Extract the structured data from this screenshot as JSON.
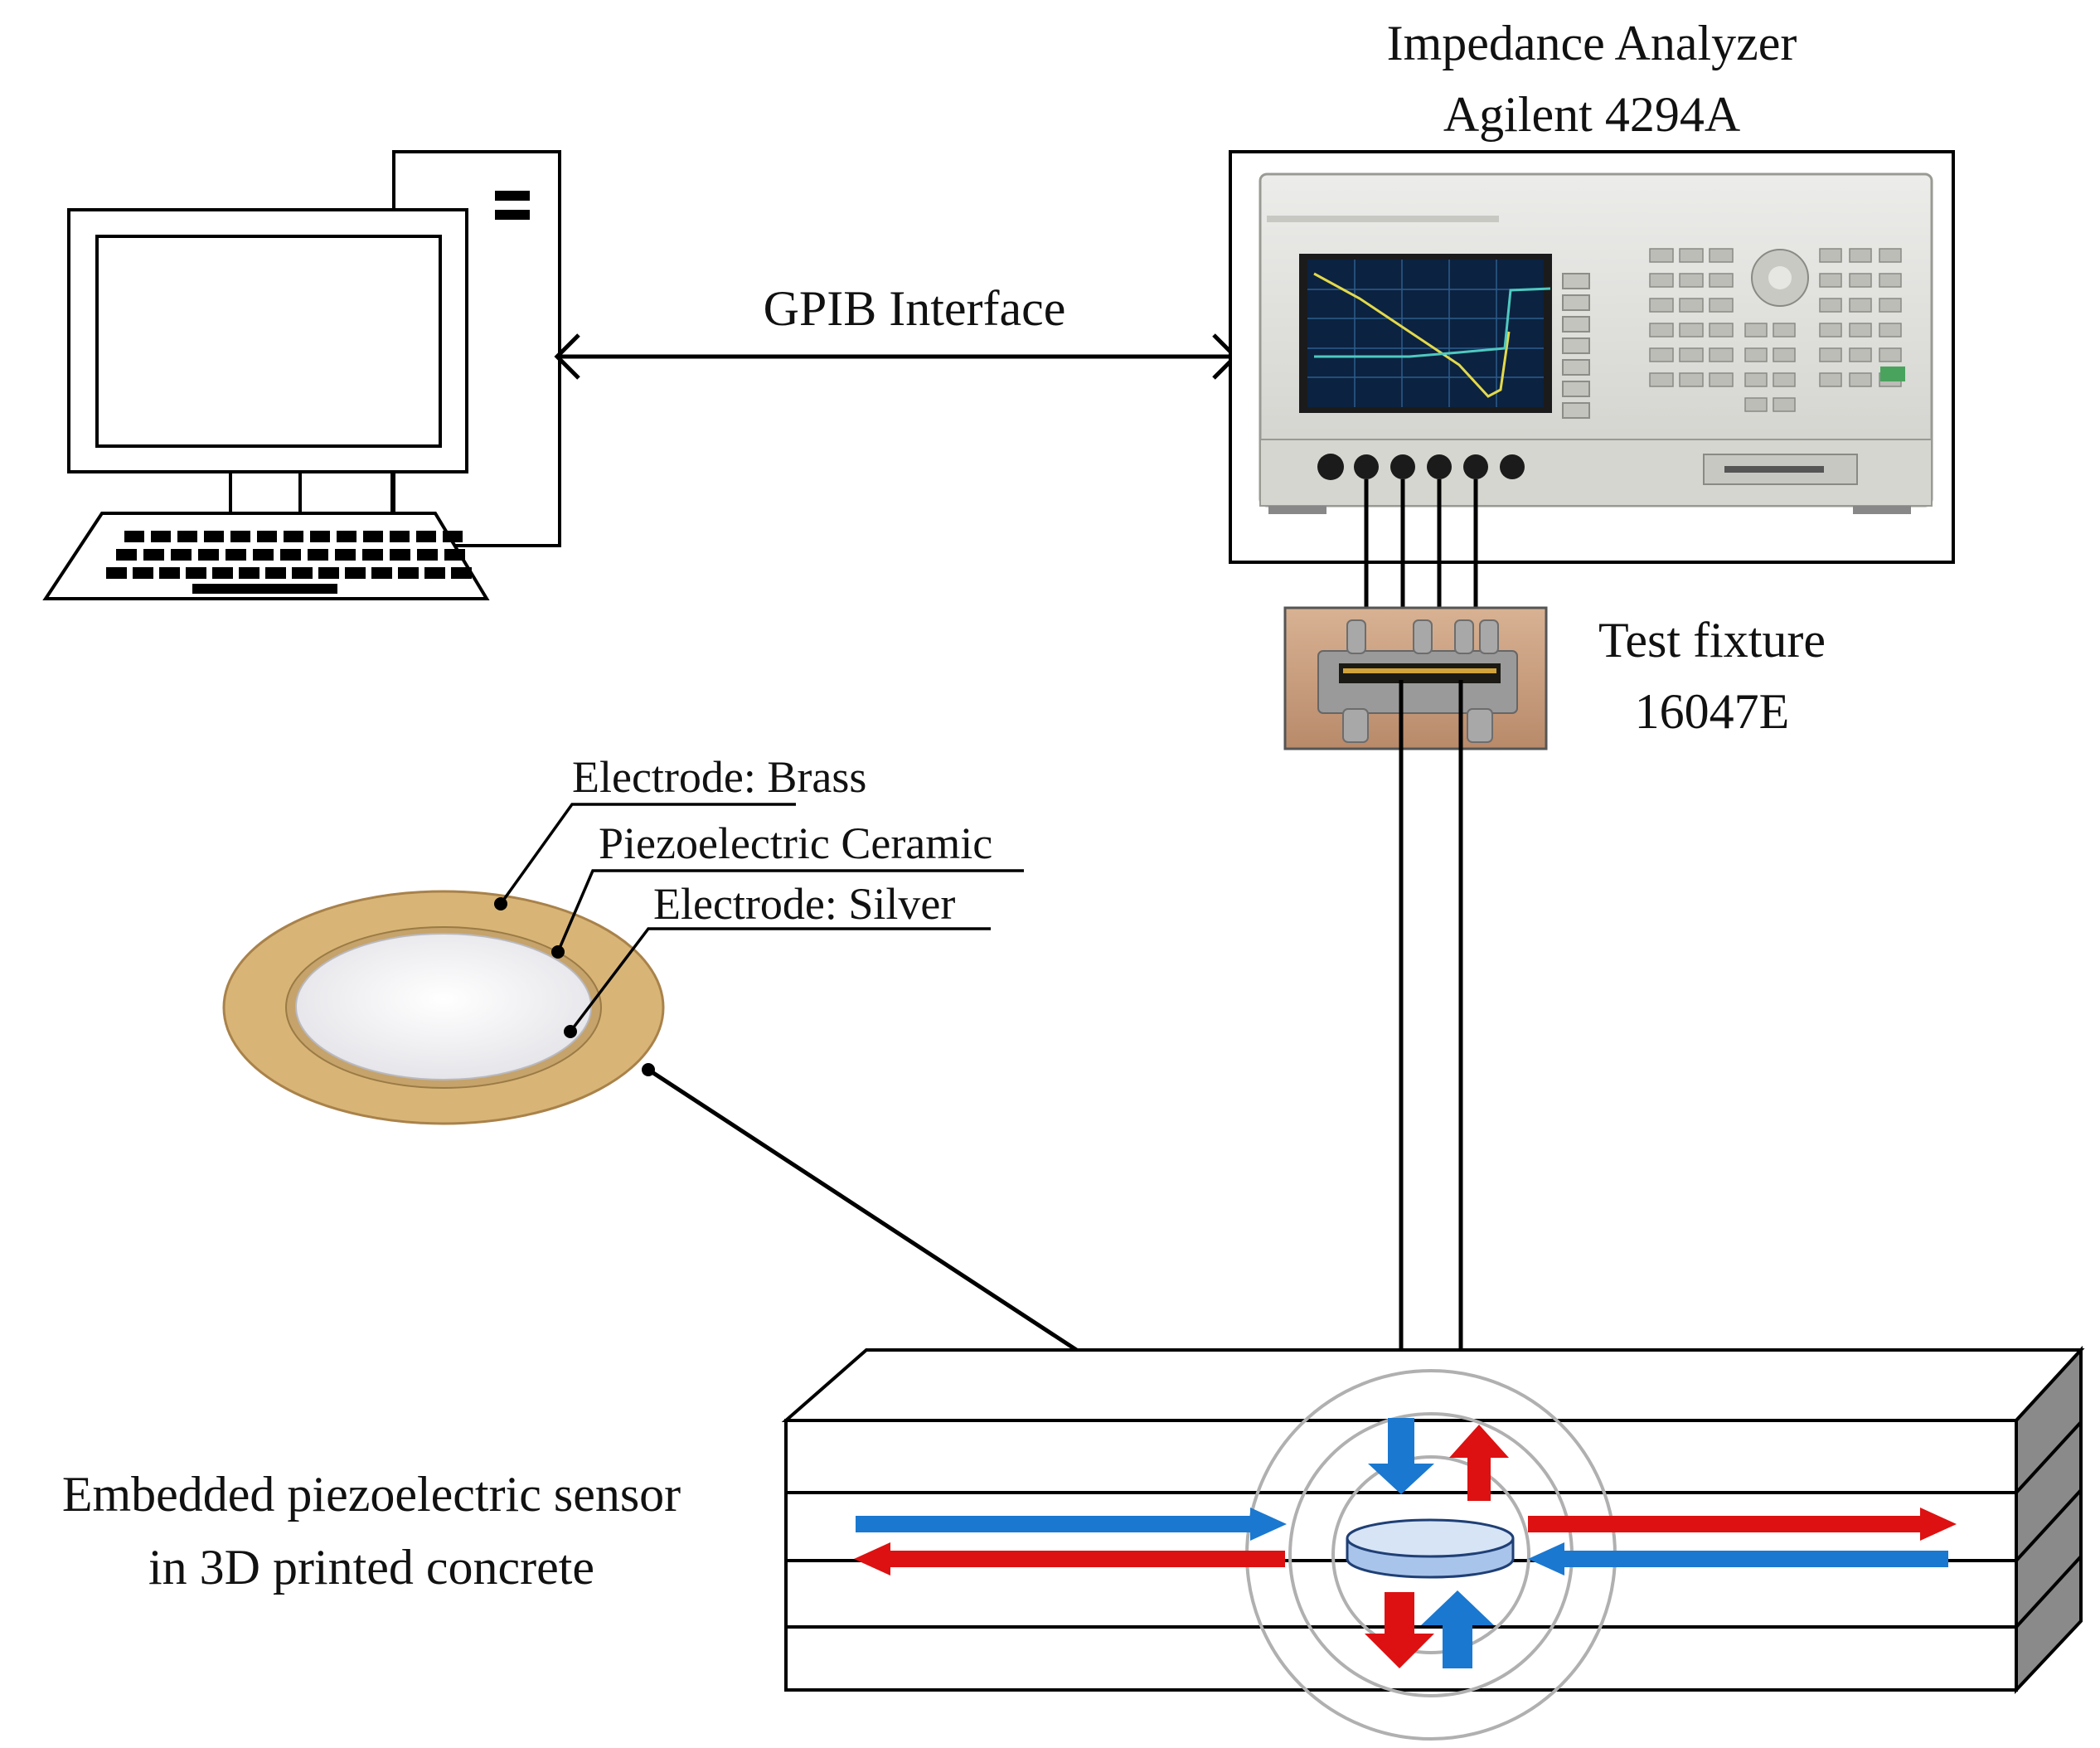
{
  "labels": {
    "analyzer_line1": "Impedance Analyzer",
    "analyzer_line2": "Agilent 4294A",
    "gpib": "GPIB Interface",
    "fixture_line1": "Test fixture",
    "fixture_line2": "16047E",
    "electrode_brass": "Electrode: Brass",
    "piezo_ceramic": "Piezoelectric Ceramic",
    "electrode_silver": "Electrode: Silver",
    "embedded_line1": "Embedded piezoelectric sensor",
    "embedded_line2": "in 3D printed concrete"
  },
  "colors": {
    "line": "#000000",
    "arrow_red": "#dd1111",
    "arrow_blue": "#1a78d0",
    "brass": "#d8b577",
    "brass_dark": "#a9824a",
    "silver": "#ececef",
    "analyzer_body": "#dcdcd6",
    "screen": "#0b2240",
    "fixture_bg": "#c99c7a",
    "sensor_fill": "#b9d0ee",
    "ring": "#b0b0b0"
  },
  "icons": {
    "computer": "desktop-computer-icon",
    "analyzer": "impedance-analyzer-icon",
    "fixture": "test-fixture-icon",
    "disc": "piezo-disc-icon"
  }
}
